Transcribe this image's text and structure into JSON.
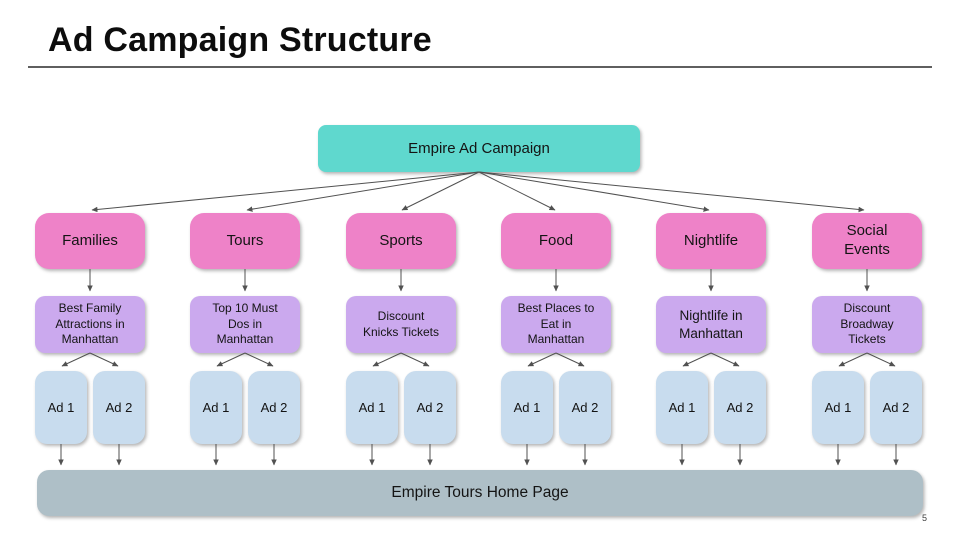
{
  "slide": {
    "title": "Ad Campaign Structure",
    "page_number": "5"
  },
  "colors": {
    "campaign_node": "#5FD8CE",
    "category_node": "#EE82C8",
    "ad_group_node": "#CBA9EE",
    "ad_node": "#C8DCEE",
    "home_page_node": "#AEBFC7",
    "arrow": "#515151"
  },
  "campaign": {
    "label": "Empire Ad Campaign"
  },
  "columns": [
    {
      "category": "Families",
      "ad_group": "Best Family Attractions in Manhattan",
      "ads": [
        "Ad 1",
        "Ad 2"
      ]
    },
    {
      "category": "Tours",
      "ad_group": "Top 10 Must Dos in Manhattan",
      "ads": [
        "Ad 1",
        "Ad 2"
      ]
    },
    {
      "category": "Sports",
      "ad_group": "Discount Knicks Tickets",
      "ads": [
        "Ad 1",
        "Ad 2"
      ]
    },
    {
      "category": "Food",
      "ad_group": "Best Places to Eat in Manhattan",
      "ads": [
        "Ad 1",
        "Ad 2"
      ]
    },
    {
      "category": "Nightlife",
      "ad_group": "Nightlife in Manhattan",
      "ads": [
        "Ad 1",
        "Ad 2"
      ]
    },
    {
      "category": "Social Events",
      "ad_group": "Discount Broadway Tickets",
      "ads": [
        "Ad 1",
        "Ad 2"
      ]
    }
  ],
  "footer": {
    "label": "Empire Tours Home Page"
  }
}
